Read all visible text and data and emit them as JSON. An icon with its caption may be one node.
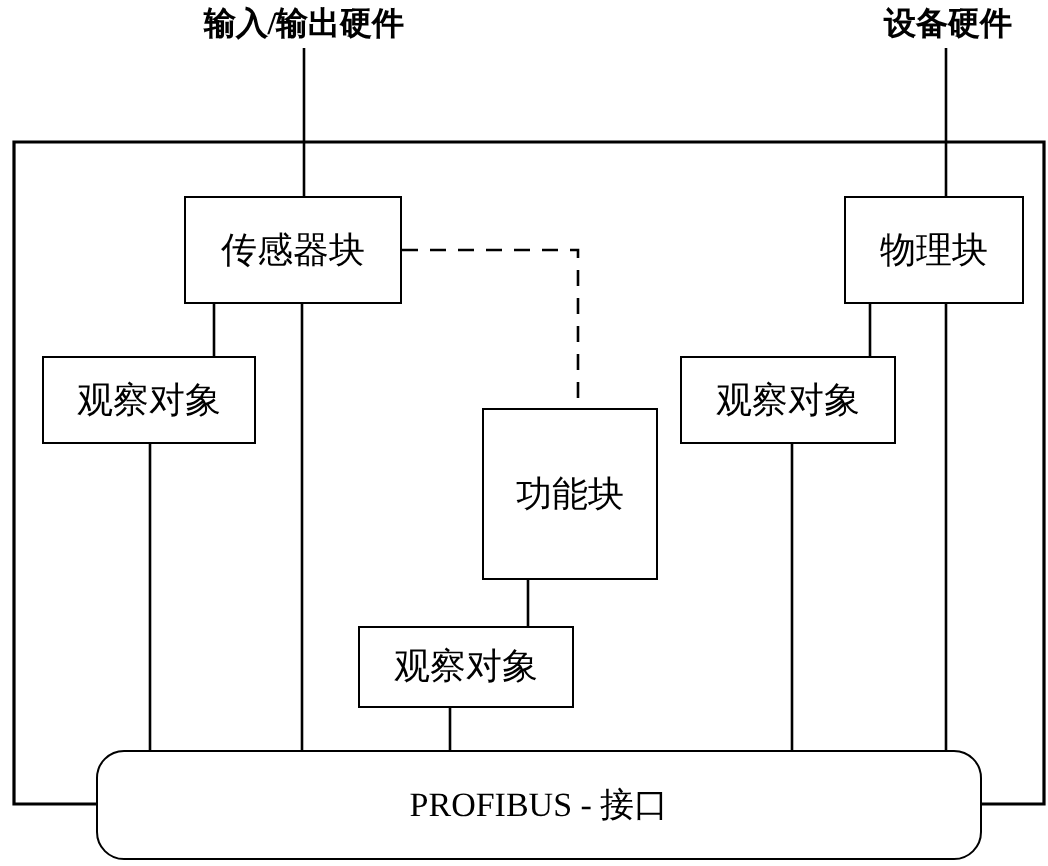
{
  "diagram": {
    "nodes": [
      {
        "text": [
          "输入/输出硬件"
        ]
      },
      {
        "text": [
          "设备硬件"
        ]
      },
      {
        "text": [
          "传感器块"
        ]
      },
      {
        "text": [
          "物理块"
        ]
      },
      {
        "text": [
          "观察对象"
        ]
      },
      {
        "text": [
          "观察对象"
        ]
      },
      {
        "text": [
          "功能块"
        ]
      },
      {
        "text": [
          "观察对象"
        ]
      },
      {
        "text": [
          "PROFIBUS - 接口"
        ]
      }
    ],
    "edges": [
      {
        "from": 0,
        "to": 2,
        "arrow": "none"
      },
      {
        "from": 1,
        "to": 3,
        "arrow": "none"
      },
      {
        "from": 2,
        "to": 4,
        "arrow": "none"
      },
      {
        "from": 2,
        "to": 8,
        "arrow": "none"
      },
      {
        "from": 4,
        "to": 8,
        "arrow": "none"
      },
      {
        "from": 2,
        "to": 6,
        "arrow": "none",
        "style": "dashed"
      },
      {
        "from": 3,
        "to": 5,
        "arrow": "none"
      },
      {
        "from": 5,
        "to": 8,
        "arrow": "none"
      },
      {
        "from": 3,
        "to": 8,
        "arrow": "none"
      },
      {
        "from": 6,
        "to": 7,
        "arrow": "none"
      },
      {
        "from": 7,
        "to": 8,
        "arrow": "none"
      }
    ]
  }
}
